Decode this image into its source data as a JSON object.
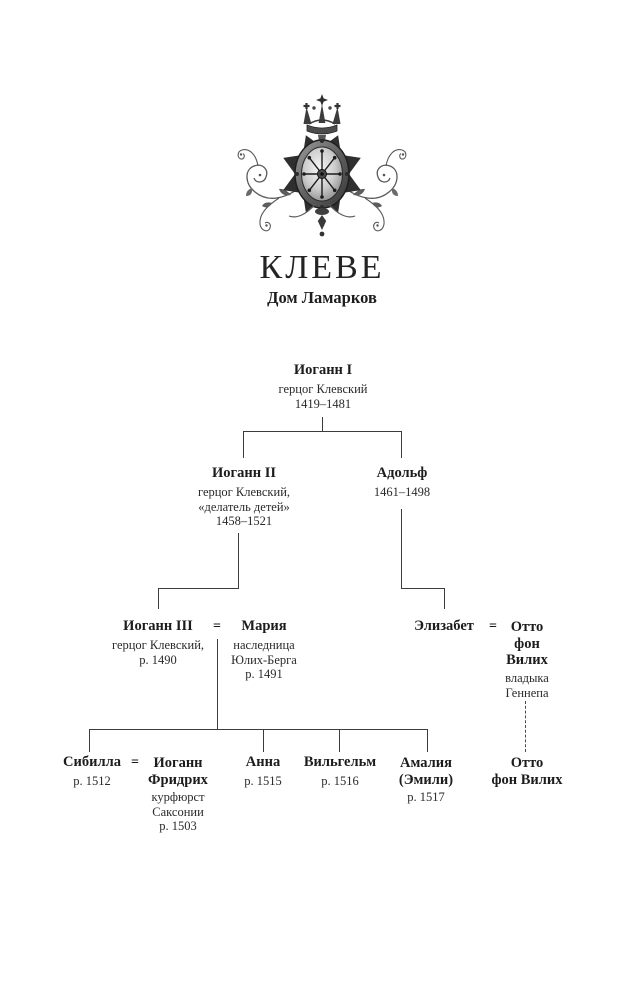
{
  "header": {
    "title": "КЛЕВЕ",
    "subtitle": "Дом Ламарков",
    "crest_icon": "cleves-wheel-coat-of-arms"
  },
  "symbols": {
    "equals": "="
  },
  "persons": {
    "iogann1": {
      "name": "Иоганн I",
      "details": [
        "герцог Клевский",
        "1419–1481"
      ]
    },
    "iogann2": {
      "name": "Иоганн II",
      "details": [
        "герцог Клевский,",
        "«делатель детей»",
        "1458–1521"
      ]
    },
    "adolf": {
      "name": "Адольф",
      "details": [
        "1461–1498"
      ]
    },
    "iogann3": {
      "name": "Иоганн III",
      "details": [
        "герцог Клевский,",
        "р. 1490"
      ]
    },
    "maria": {
      "name": "Мария",
      "details": [
        "наследница",
        "Юлих-Берга",
        "р. 1491"
      ]
    },
    "elizabet": {
      "name": "Элизабет"
    },
    "otto_von_vilih": {
      "name_lines": [
        "Отто",
        "фон",
        "Вилих"
      ],
      "details": [
        "владыка",
        "Геннепа"
      ]
    },
    "sibilla": {
      "name": "Сибилла",
      "details": [
        "р. 1512"
      ]
    },
    "iogann_fridrih": {
      "name_lines": [
        "Иоганн",
        "Фридрих"
      ],
      "details": [
        "курфюрст",
        "Саксонии",
        "р. 1503"
      ]
    },
    "anna": {
      "name": "Анна",
      "details": [
        "р. 1515"
      ]
    },
    "vilgelm": {
      "name": "Вильгельм",
      "details": [
        "р. 1516"
      ]
    },
    "amalia": {
      "name_lines": [
        "Амалия",
        "(Эмили)"
      ],
      "details": [
        "р. 1517"
      ]
    },
    "otto_von_vilih_jr": {
      "name_lines": [
        "Отто",
        "фон Вилих"
      ]
    }
  },
  "colors": {
    "ink": "#1c1c1c",
    "connector": "#3c3c3c",
    "background": "#ffffff"
  }
}
